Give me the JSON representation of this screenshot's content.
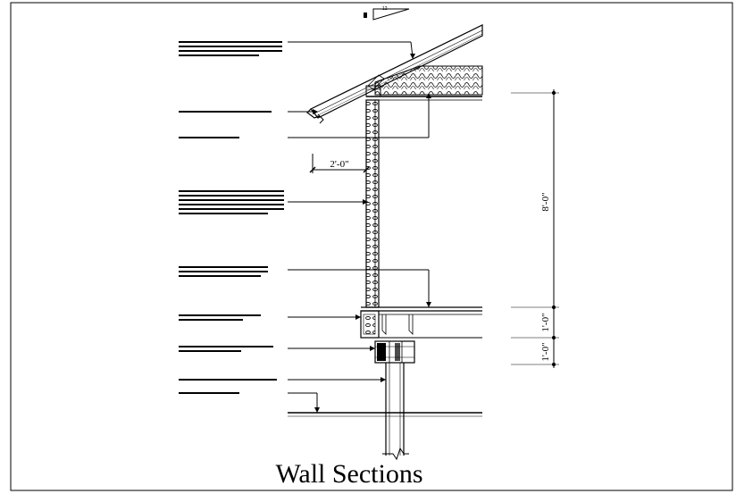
{
  "title": "Wall Sections",
  "dimensions": {
    "overhang": "2'-0\"",
    "wall_height": "8'-0\"",
    "floor_depth": "1'-0\"",
    "crawl_height": "1'-0\""
  },
  "colors": {
    "line": "#000000",
    "background": "#ffffff"
  }
}
